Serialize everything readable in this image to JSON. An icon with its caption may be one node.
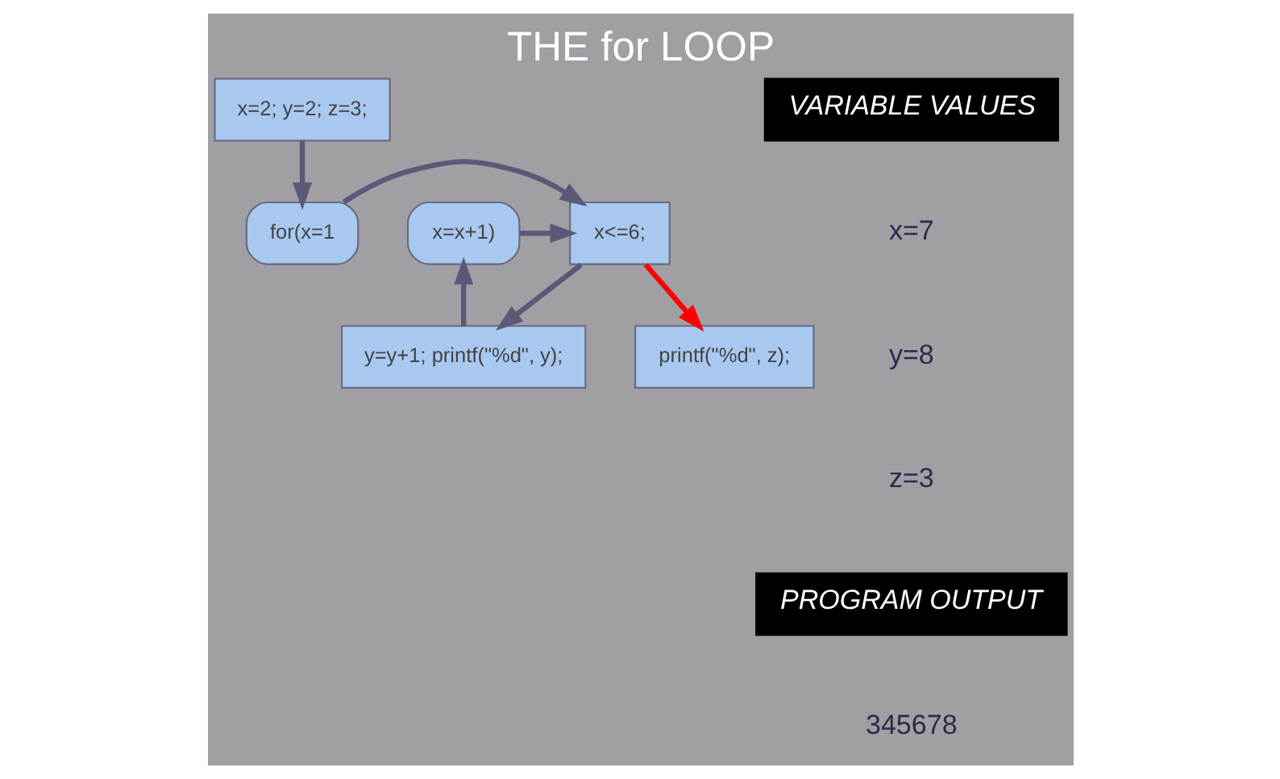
{
  "diagram": {
    "title": "THE for LOOP",
    "nodes": [
      {
        "text": [
          "x=2; y=2; z=3;"
        ]
      },
      {
        "text": [
          "for(x=1"
        ]
      },
      {
        "text": [
          "x<=6;"
        ]
      },
      {
        "text": [
          "x=x+1)"
        ]
      },
      {
        "text": [
          "y=y+1; printf(\"%d\", y);"
        ]
      },
      {
        "text": [
          "printf(\"%d\", z);"
        ]
      }
    ],
    "edges": [
      {
        "from": 0,
        "to": 1,
        "arrow": "to"
      },
      {
        "from": 1,
        "to": 2,
        "arrow": "to"
      },
      {
        "from": 2,
        "to": 4,
        "arrow": "to"
      },
      {
        "from": 4,
        "to": 3,
        "arrow": "to"
      },
      {
        "from": 3,
        "to": 2,
        "arrow": "to"
      },
      {
        "from": 2,
        "to": 5,
        "arrow": "to",
        "color": "#ff0000"
      }
    ],
    "labels": [
      "VARIABLE VALUES",
      "x=7",
      "y=8",
      "z=3",
      "PROGRAM OUTPUT",
      "345678"
    ]
  }
}
